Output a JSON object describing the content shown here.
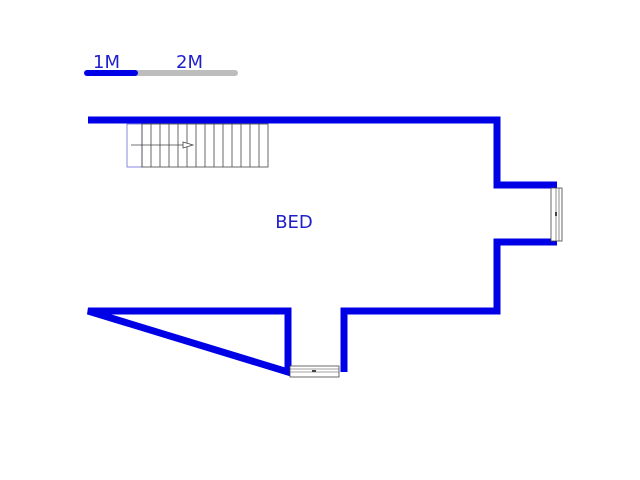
{
  "scale_bar": {
    "label_1": "1M",
    "label_2": "2M",
    "color_primary": "#0000e6",
    "color_secondary": "#bdbdbd"
  },
  "floorplan": {
    "wall_color": "#0000e6",
    "line_color": "#444444",
    "room_label": "BED",
    "label_color": "#1f1fcc"
  }
}
